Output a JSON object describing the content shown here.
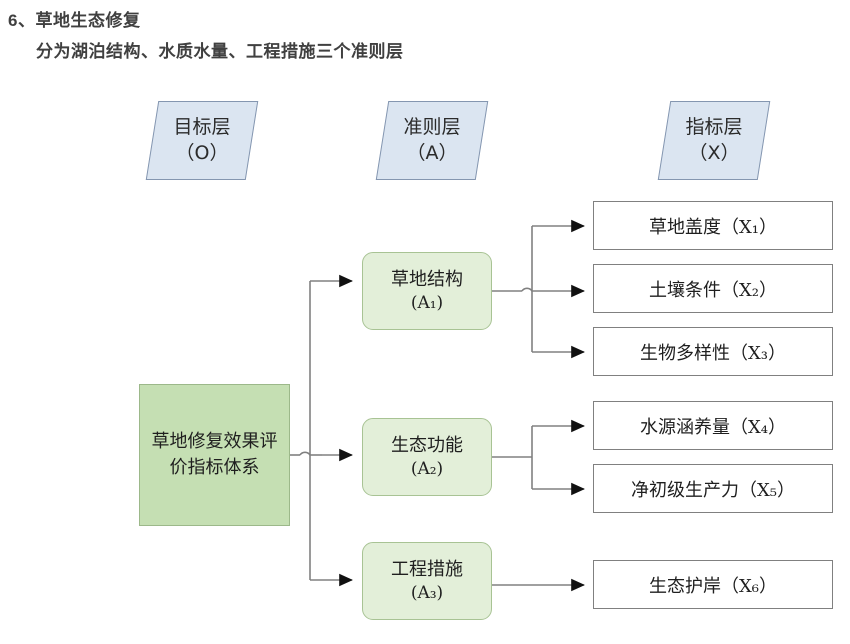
{
  "heading": {
    "line1": "6、草地生态修复",
    "line2": "分为湖泊结构、水质水量、工程措施三个准则层"
  },
  "colors": {
    "layer_header_fill": "#dbe5f1",
    "layer_header_border": "#8496b0",
    "goal_fill": "#c5dfb3",
    "goal_border": "#9cb88a",
    "criterion_fill": "#e3efd9",
    "criterion_border": "#a8c394",
    "indicator_fill": "#ffffff",
    "indicator_border": "#808080",
    "connector": "#808080",
    "text": "#1f1f1f"
  },
  "layer_headers": [
    {
      "name": "objective",
      "title": "目标层",
      "code": "（O）"
    },
    {
      "name": "criterion",
      "title": "准则层",
      "code": "（A）"
    },
    {
      "name": "indicator",
      "title": "指标层",
      "code": "（X）"
    }
  ],
  "goal": {
    "label": "草地修复效果评价指标体系"
  },
  "criteria": [
    {
      "id": "A1",
      "label": "草地结构",
      "code": "(A₁)"
    },
    {
      "id": "A2",
      "label": "生态功能",
      "code": "(A₂)"
    },
    {
      "id": "A3",
      "label": "工程措施",
      "code": "(A₃)"
    }
  ],
  "indicators": [
    {
      "id": "X1",
      "label": "草地盖度（X₁）",
      "parent": "A1"
    },
    {
      "id": "X2",
      "label": "土壤条件（X₂）",
      "parent": "A1"
    },
    {
      "id": "X3",
      "label": "生物多样性（X₃）",
      "parent": "A1"
    },
    {
      "id": "X4",
      "label": "水源涵养量（X₄）",
      "parent": "A2"
    },
    {
      "id": "X5",
      "label": "净初级生产力（X₅）",
      "parent": "A2"
    },
    {
      "id": "X6",
      "label": "生态护岸（X₆）",
      "parent": "A3"
    }
  ]
}
